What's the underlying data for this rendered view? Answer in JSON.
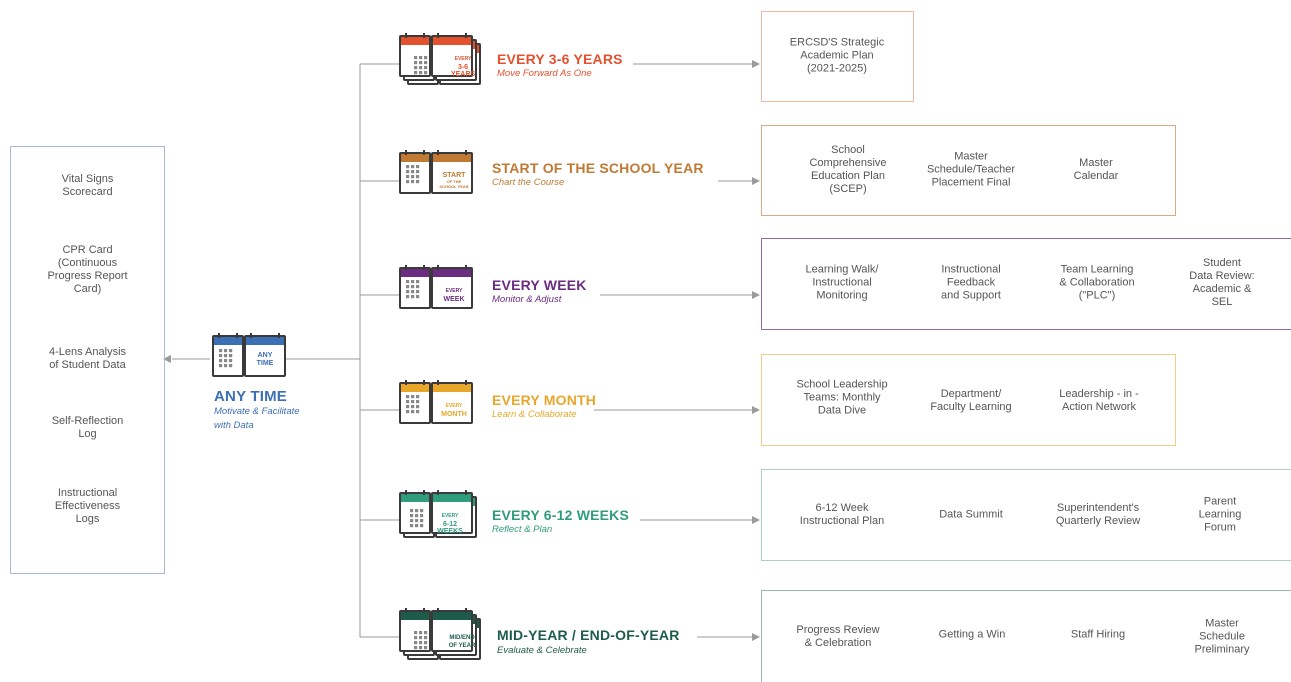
{
  "left_panel": {
    "items": [
      "Vital Signs\nScorecard",
      "CPR Card\n(Continuous\nProgress Report\nCard)",
      "4-Lens Analysis\nof Student Data",
      "Self-Reflection\nLog",
      "Instructional\nEffectiveness\nLogs"
    ]
  },
  "any_time": {
    "title": "ANY TIME",
    "subtitle_1": "Motivate & Facilitate",
    "subtitle_2": "with Data",
    "icon_line_1": "ANY",
    "icon_line_2": "TIME",
    "color": "#3d6fb5"
  },
  "cadences": [
    {
      "title": "EVERY 3-6 YEARS",
      "subtitle": "Move Forward As One",
      "icon_lines": [
        "EVERY",
        "3-6",
        "YEARS"
      ],
      "color": "#e4512f",
      "items": [
        "ERCSD'S Strategic\nAcademic Plan\n(2021-2025)"
      ]
    },
    {
      "title": "START OF THE SCHOOL YEAR",
      "subtitle": "Chart the Course",
      "icon_lines": [
        "START",
        "OF THE",
        "SCHOOL YEAR"
      ],
      "color": "#c07a33",
      "items": [
        "School\nComprehensive\nEducation Plan\n(SCEP)",
        "Master\nSchedule/Teacher\nPlacement Final",
        "Master\nCalendar"
      ]
    },
    {
      "title": "EVERY WEEK",
      "subtitle": "Monitor & Adjust",
      "icon_lines": [
        "EVERY",
        "WEEK"
      ],
      "color": "#6b2c82",
      "items": [
        "Learning Walk/\nInstructional\nMonitoring",
        "Instructional\nFeedback\nand Support",
        "Team Learning\n& Collaboration\n(\"PLC\")",
        "Student\nData Review:\nAcademic & SEL"
      ]
    },
    {
      "title": "EVERY MONTH",
      "subtitle": "Learn & Collaborate",
      "icon_lines": [
        "EVERY",
        "MONTH"
      ],
      "color": "#e9a72a",
      "items": [
        "School Leadership\nTeams: Monthly\nData Dive",
        "Department/\nFaculty Learning",
        "Leadership - in -\nAction Network"
      ]
    },
    {
      "title": "EVERY 6-12 WEEKS",
      "subtitle": "Reflect & Plan",
      "icon_lines": [
        "EVERY",
        "6-12",
        "WEEKS"
      ],
      "color": "#2f9d7c",
      "items": [
        "6-12 Week\nInstructional Plan",
        "Data Summit",
        "Superintendent's\nQuarterly Review",
        "Parent\nLearning Forum"
      ]
    },
    {
      "title": "MID-YEAR / END-OF-YEAR",
      "subtitle": "Evaluate & Celebrate",
      "icon_lines": [
        "MID/END",
        "OF YEAR"
      ],
      "color": "#1d5c4b",
      "items": [
        "Progress Review\n& Celebration",
        "Getting a Win",
        "Staff Hiring",
        "Master Schedule\nPreliminary"
      ]
    }
  ],
  "connector_color": "#9a9a9a"
}
